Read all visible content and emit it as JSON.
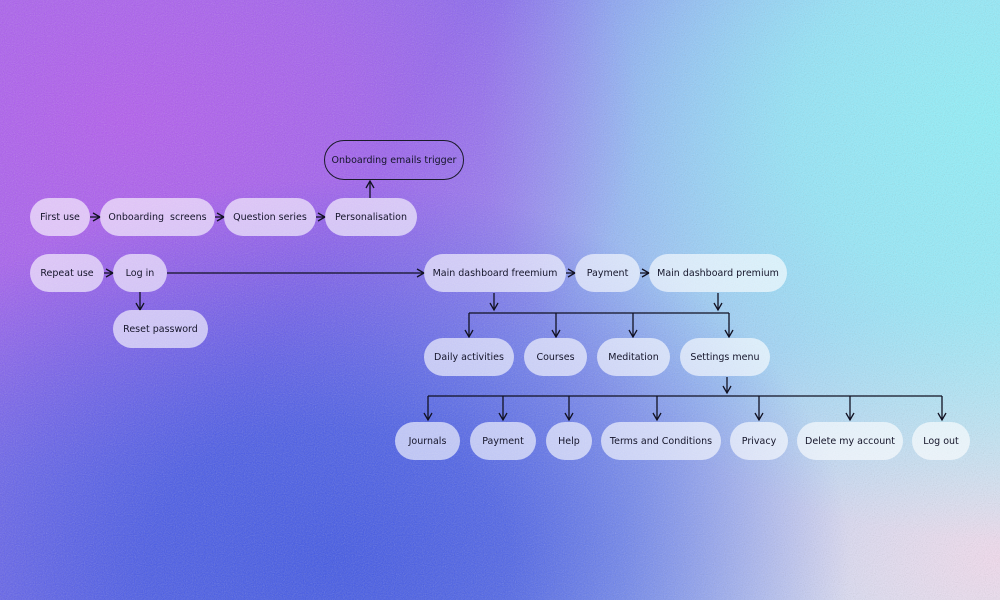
{
  "nodes": {
    "first_use": "First use",
    "onboarding_screens": "Onboarding  screens",
    "question_series": "Question series",
    "personalisation": "Personalisation",
    "onboarding_emails": "Onboarding emails trigger",
    "repeat_use": "Repeat use",
    "log_in": "Log in",
    "reset_password": "Reset password",
    "main_dashboard_freemium": "Main dashboard freemium",
    "payment_top": "Payment",
    "main_dashboard_premium": "Main dashboard premium",
    "daily_activities": "Daily activities",
    "courses": "Courses",
    "meditation": "Meditation",
    "settings_menu": "Settings menu",
    "journals": "Journals",
    "payment_settings": "Payment",
    "help": "Help",
    "terms": "Terms and Conditions",
    "privacy": "Privacy",
    "delete_account": "Delete my account",
    "log_out": "Log out"
  },
  "colors": {
    "node_fill": "#ffffff",
    "connector": "#111122"
  }
}
